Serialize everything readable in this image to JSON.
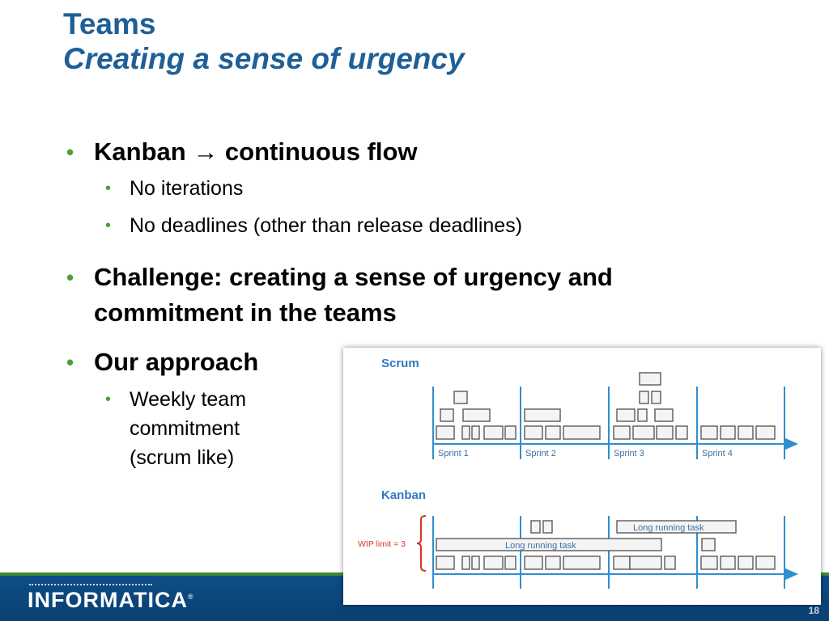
{
  "title": {
    "line1": "Teams",
    "line2": "Creating a sense of urgency"
  },
  "bullets": [
    {
      "text": "Kanban → continuous flow",
      "sub": [
        "No iterations",
        "No deadlines (other than release deadlines)"
      ]
    },
    {
      "text_line1": "Challenge: creating a sense of urgency and",
      "text_line2": "commitment in the teams"
    },
    {
      "text": "Our approach",
      "sub": [
        "Weekly team",
        "commitment",
        "(scrum like)"
      ]
    }
  ],
  "diagram": {
    "scrum_label": "Scrum",
    "kanban_label": "Kanban",
    "sprints": [
      "Sprint 1",
      "Sprint 2",
      "Sprint 3",
      "Sprint 4"
    ],
    "wip_label": "WIP limit = 3",
    "long_task": "Long running task",
    "colors": {
      "heading": "#2e7bbf",
      "line": "#2f8fcf",
      "box": "#5a5a5a",
      "wip": "#d9322a"
    }
  },
  "footer": {
    "logo": "INFORMATICA",
    "registered": "®",
    "page": "18"
  },
  "colors": {
    "title": "#1f5f97",
    "bullet": "#4f9d3a",
    "footer": "#0d4d87"
  }
}
